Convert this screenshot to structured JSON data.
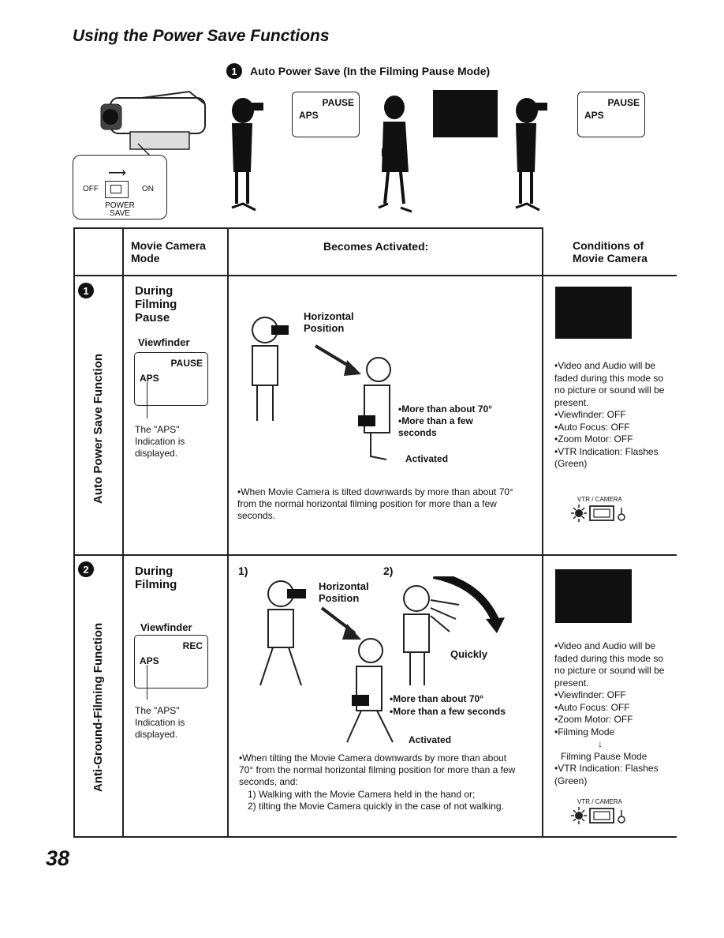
{
  "title": "Using the Power Save Functions",
  "section": {
    "num": "1",
    "text": "Auto Power Save (In the Filming Pause Mode)"
  },
  "illustration": {
    "bubble1": {
      "top": "PAUSE",
      "bottom": "APS"
    },
    "bubble3": {
      "top": "PAUSE",
      "bottom": "APS"
    },
    "power": {
      "off": "OFF",
      "on": "ON",
      "label1": "POWER",
      "label2": "SAVE"
    }
  },
  "table": {
    "headers": {
      "mode": "Movie Camera Mode",
      "activated": "Becomes Activated:",
      "conditions": "Conditions of Movie Camera"
    },
    "rows": [
      {
        "num": "1",
        "side": "Auto Power Save Function",
        "mode": "During Filming Pause",
        "viewfinder": "Viewfinder",
        "vf_top": "PAUSE",
        "vf_bottom": "APS",
        "note": "The \"APS\" Indication is displayed.",
        "horizontal": "Horizontal Position",
        "bullet1": "•More than about 70°",
        "bullet2": "•More than a few seconds",
        "activated": "Activated",
        "desc": "•When Movie Camera is tilted downwards by more than about 70° from the normal horizontal filming position for more than a few seconds.",
        "cond": [
          "•Video and Audio will be faded during this mode so no picture or sound will be present.",
          "•Viewfinder: OFF",
          "•Auto Focus: OFF",
          "•Zoom Motor: OFF",
          "•VTR Indication: Flashes (Green)"
        ],
        "vtr": "VTR / CAMERA"
      },
      {
        "num": "2",
        "side": "Anti-Ground-Filming Function",
        "mode": "During Filming",
        "viewfinder": "Viewfinder",
        "vf_top": "REC",
        "vf_bottom": "APS",
        "note": "The \"APS\" Indication is displayed.",
        "step1": "1)",
        "step2": "2)",
        "horizontal": "Horizontal Position",
        "quickly": "Quickly",
        "bullet1": "•More than about 70°",
        "bullet2": "•More than a few seconds",
        "activated": "Activated",
        "desc": "•When tilting the Movie Camera downwards by more than about 70° from the normal horizontal filming position for more than a few seconds, and:",
        "desc1": "1) Walking with the Movie Camera held in the hand or;",
        "desc2": "2) tilting the Movie Camera quickly in the case of not walking.",
        "cond": [
          "•Video and Audio will be faded during this mode so no picture or sound will be present.",
          "•Viewfinder: OFF",
          "•Auto Focus: OFF",
          "•Zoom Motor: OFF",
          "•Filming Mode",
          "↓",
          "Filming Pause Mode",
          "•VTR Indication: Flashes (Green)"
        ],
        "vtr": "VTR / CAMERA"
      }
    ]
  },
  "page_number": "38"
}
